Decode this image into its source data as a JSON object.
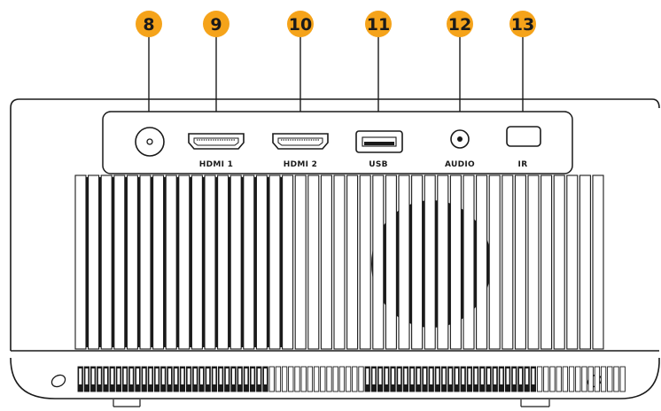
{
  "colors": {
    "badge": "#f5a31a",
    "outline": "#1a1a1a",
    "fan": "#1a1a1a",
    "background": "#ffffff"
  },
  "callouts": [
    {
      "number": "8",
      "port": "antenna-input"
    },
    {
      "number": "9",
      "port": "hdmi-1"
    },
    {
      "number": "10",
      "port": "hdmi-2"
    },
    {
      "number": "11",
      "port": "usb"
    },
    {
      "number": "12",
      "port": "audio"
    },
    {
      "number": "13",
      "port": "ir"
    }
  ],
  "ports": [
    {
      "id": "antenna-input",
      "label": "",
      "icon": "coaxial-port-icon"
    },
    {
      "id": "hdmi-1",
      "label": "HDMI 1",
      "icon": "hdmi-port-icon"
    },
    {
      "id": "hdmi-2",
      "label": "HDMI 2",
      "icon": "hdmi-port-icon"
    },
    {
      "id": "usb",
      "label": "USB",
      "icon": "usb-port-icon"
    },
    {
      "id": "audio",
      "label": "AUDIO",
      "icon": "audio-jack-icon"
    },
    {
      "id": "ir",
      "label": "IR",
      "icon": "ir-sensor-icon"
    }
  ]
}
